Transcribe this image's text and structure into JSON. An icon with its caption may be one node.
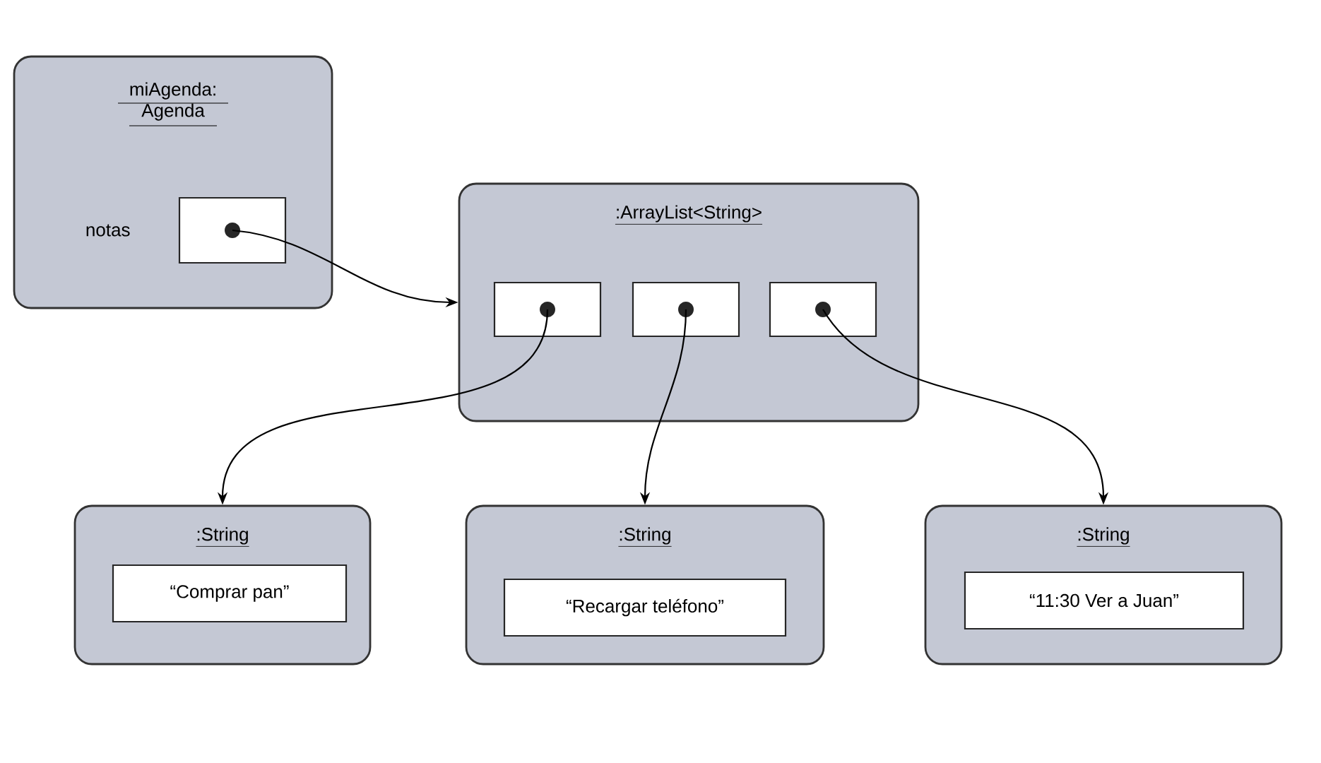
{
  "diagram": {
    "nodes": [
      {
        "text": [
          "miAgenda: Agenda"
        ]
      },
      {
        "text": [],
        "shape": "box",
        "in": 0,
        "beside": [
          "notas"
        ]
      },
      {
        "text": [
          ":ArrayList<String>"
        ]
      },
      {
        "text": [],
        "shape": "box",
        "in": 2
      },
      {
        "text": [],
        "shape": "box",
        "in": 2
      },
      {
        "text": [],
        "shape": "box",
        "in": 2
      },
      {
        "text": [
          ":String"
        ]
      },
      {
        "text": [
          "“Comprar pan”"
        ],
        "in": 6
      },
      {
        "text": [
          ":String"
        ]
      },
      {
        "text": [
          "“Recargar teléfono”"
        ],
        "in": 8
      },
      {
        "text": [
          ":String"
        ]
      },
      {
        "text": [
          "“11:30 Ver a Juan”"
        ],
        "in": 10
      }
    ],
    "edges": [
      {
        "from": 1,
        "to": 2,
        "arrow": "to"
      },
      {
        "from": 3,
        "to": 6,
        "arrow": "to"
      },
      {
        "from": 4,
        "to": 8,
        "arrow": "to"
      },
      {
        "from": 5,
        "to": 10,
        "arrow": "to"
      }
    ]
  }
}
